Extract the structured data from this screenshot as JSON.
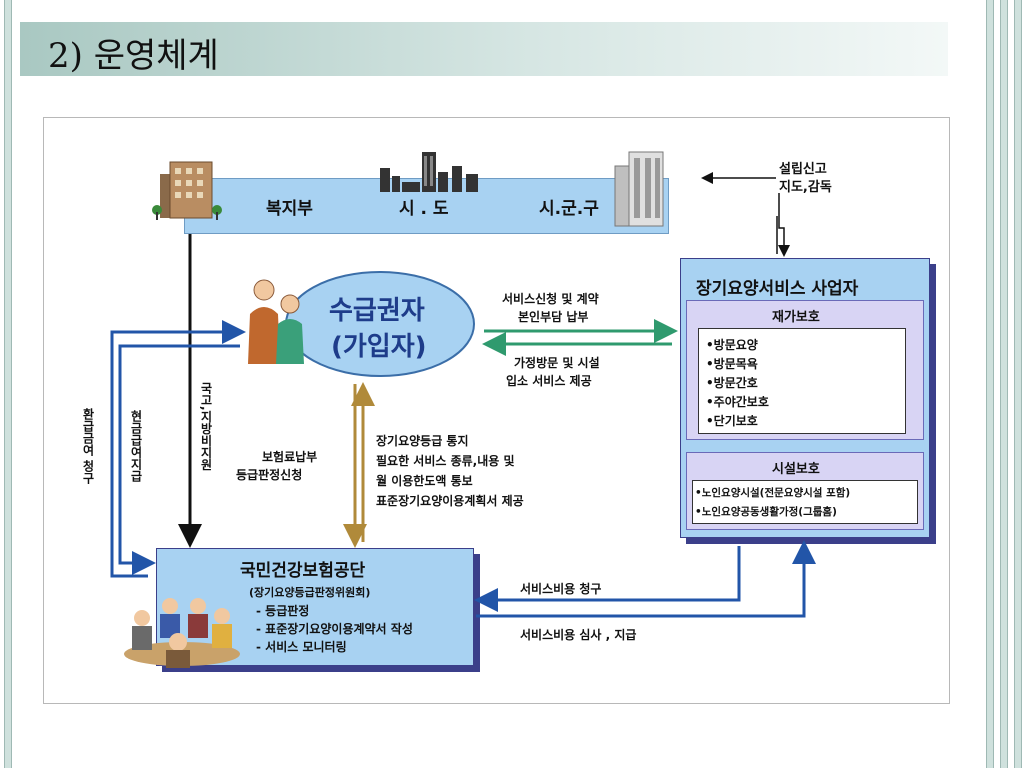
{
  "title": "2) 운영체계",
  "top_band": {
    "items": [
      "복지부",
      "시 . 도",
      "시.군.구"
    ]
  },
  "gov_note": [
    "설립신고",
    "지도,감독"
  ],
  "recipient": {
    "line1": "수급권자",
    "line2": "(가입자)"
  },
  "provider": {
    "title": "장기요양서비스 사업자",
    "home_care": {
      "heading": "재가보호",
      "items": [
        "•방문요양",
        "•방문목욕",
        "•방문간호",
        "•주야간보호",
        "•단기보호"
      ]
    },
    "facility_care": {
      "heading": "시설보호",
      "items": [
        "•노인요양시설(전문요양시설 포함)",
        "•노인요양공동생활가정(그룹홈)"
      ]
    }
  },
  "nhis": {
    "title": "국민건강보험공단",
    "subtitle": "(장기요양등급판정위원회)",
    "items": [
      "- 등급판정",
      "- 표준장기요양이용계약서 작성",
      "- 서비스 모니터링"
    ]
  },
  "flows": {
    "to_provider": [
      "서비스신청 및 계약",
      "본인부담 납부"
    ],
    "to_recipient": [
      "가정방문 및 시설",
      "입소 서비스 제공"
    ],
    "recipient_to_nhis": [
      "보험료납부",
      "등급판정신청"
    ],
    "nhis_to_recipient": [
      "장기요양등급 통지",
      "필요한 서비스 종류,내용 및",
      "월 이용한도액 통보",
      "표준장기요양이용계획서 제공"
    ],
    "billing": "서비스비용 청구",
    "payment": "서비스비용 심사 , 지급",
    "vertical_1": "환급금여 청구",
    "vertical_2": "현금급여지급",
    "vertical_3": "국고,지방비지원"
  },
  "colors": {
    "blue_box": "#a8d2f2",
    "green_arrow": "#2f9a6e",
    "blue_arrow": "#2255a8",
    "brown_arrow": "#b08a3a",
    "purple_shadow": "#3b3f8a"
  },
  "icons": [
    "building-icon",
    "city-skyline-icon",
    "office-tower-icon",
    "elderly-couple-icon",
    "meeting-people-icon"
  ]
}
